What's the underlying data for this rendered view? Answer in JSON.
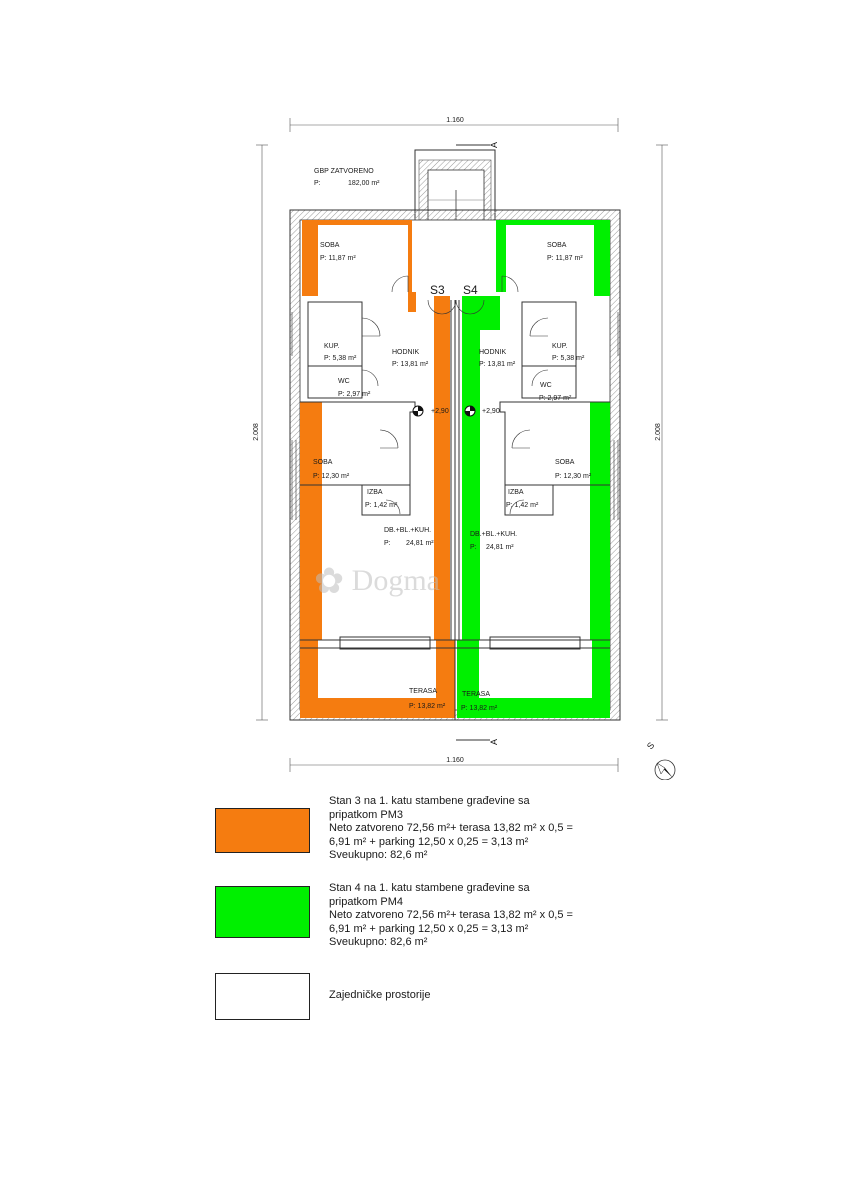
{
  "plan": {
    "gbp": {
      "title": "GBP ZATVORENO",
      "p_prefix": "P:",
      "area": "182,00 m²"
    },
    "dimensions": {
      "top": "1.160",
      "bottom": "1.160",
      "left": "2.008",
      "right": "2.008"
    },
    "section_marker": "A",
    "stairs": {
      "left": "S3",
      "right": "S4"
    },
    "elevation": {
      "left": "+2,90",
      "right": "+2,90"
    },
    "north": "S",
    "rooms_left": [
      {
        "name": "SOBA",
        "area": "P: 11,87 m²"
      },
      {
        "name": "KUP.",
        "area": "P: 5,38 m²"
      },
      {
        "name": "HODNIK",
        "area": "P: 13,81 m²"
      },
      {
        "name": "WC",
        "area": "P: 2,97 m²"
      },
      {
        "name": "SOBA",
        "area": "P: 12,30 m²"
      },
      {
        "name": "IZBA",
        "area": "P: 1,42 m²"
      },
      {
        "name": "DB.+BL.+KUH.",
        "area_prefix": "P:",
        "area": "24,81 m²"
      },
      {
        "name": "TERASA",
        "area": "P: 13,82 m²"
      }
    ],
    "rooms_right": [
      {
        "name": "SOBA",
        "area": "P: 11,87 m²"
      },
      {
        "name": "KUP.",
        "area": "P: 5,38 m²"
      },
      {
        "name": "HODNIK",
        "area": "P: 13,81 m²"
      },
      {
        "name": "WC",
        "area": "P: 2,97 m²"
      },
      {
        "name": "SOBA",
        "area": "P: 12,30 m²"
      },
      {
        "name": "IZBA",
        "area": "P: 1,42 m²"
      },
      {
        "name": "DB.+BL.+KUH.",
        "area_prefix": "P:",
        "area": "24,81 m²"
      },
      {
        "name": "TERASA",
        "area": "P: 13,82 m²"
      }
    ],
    "watermark": "Dogma"
  },
  "colors": {
    "unit3": "#f57c10",
    "unit4": "#00f000",
    "common": "#ffffff"
  },
  "legend": [
    {
      "lines": [
        "Stan 3 na 1. katu stambene građevine sa",
        "pripatkom PM3",
        "Neto zatvoreno 72,56 m²+ terasa 13,82 m² x 0,5 =",
        "6,91 m² + parking 12,50 x 0,25 = 3,13 m²",
        "Sveukupno: 82,6 m²"
      ]
    },
    {
      "lines": [
        "Stan 4 na 1. katu stambene građevine sa",
        "pripatkom PM4",
        "Neto zatvoreno 72,56 m²+ terasa 13,82 m² x 0,5 =",
        "6,91 m² + parking 12,50 x 0,25 = 3,13 m²",
        "Sveukupno: 82,6 m²"
      ]
    },
    {
      "lines": [
        "Zajedničke prostorije"
      ]
    }
  ]
}
